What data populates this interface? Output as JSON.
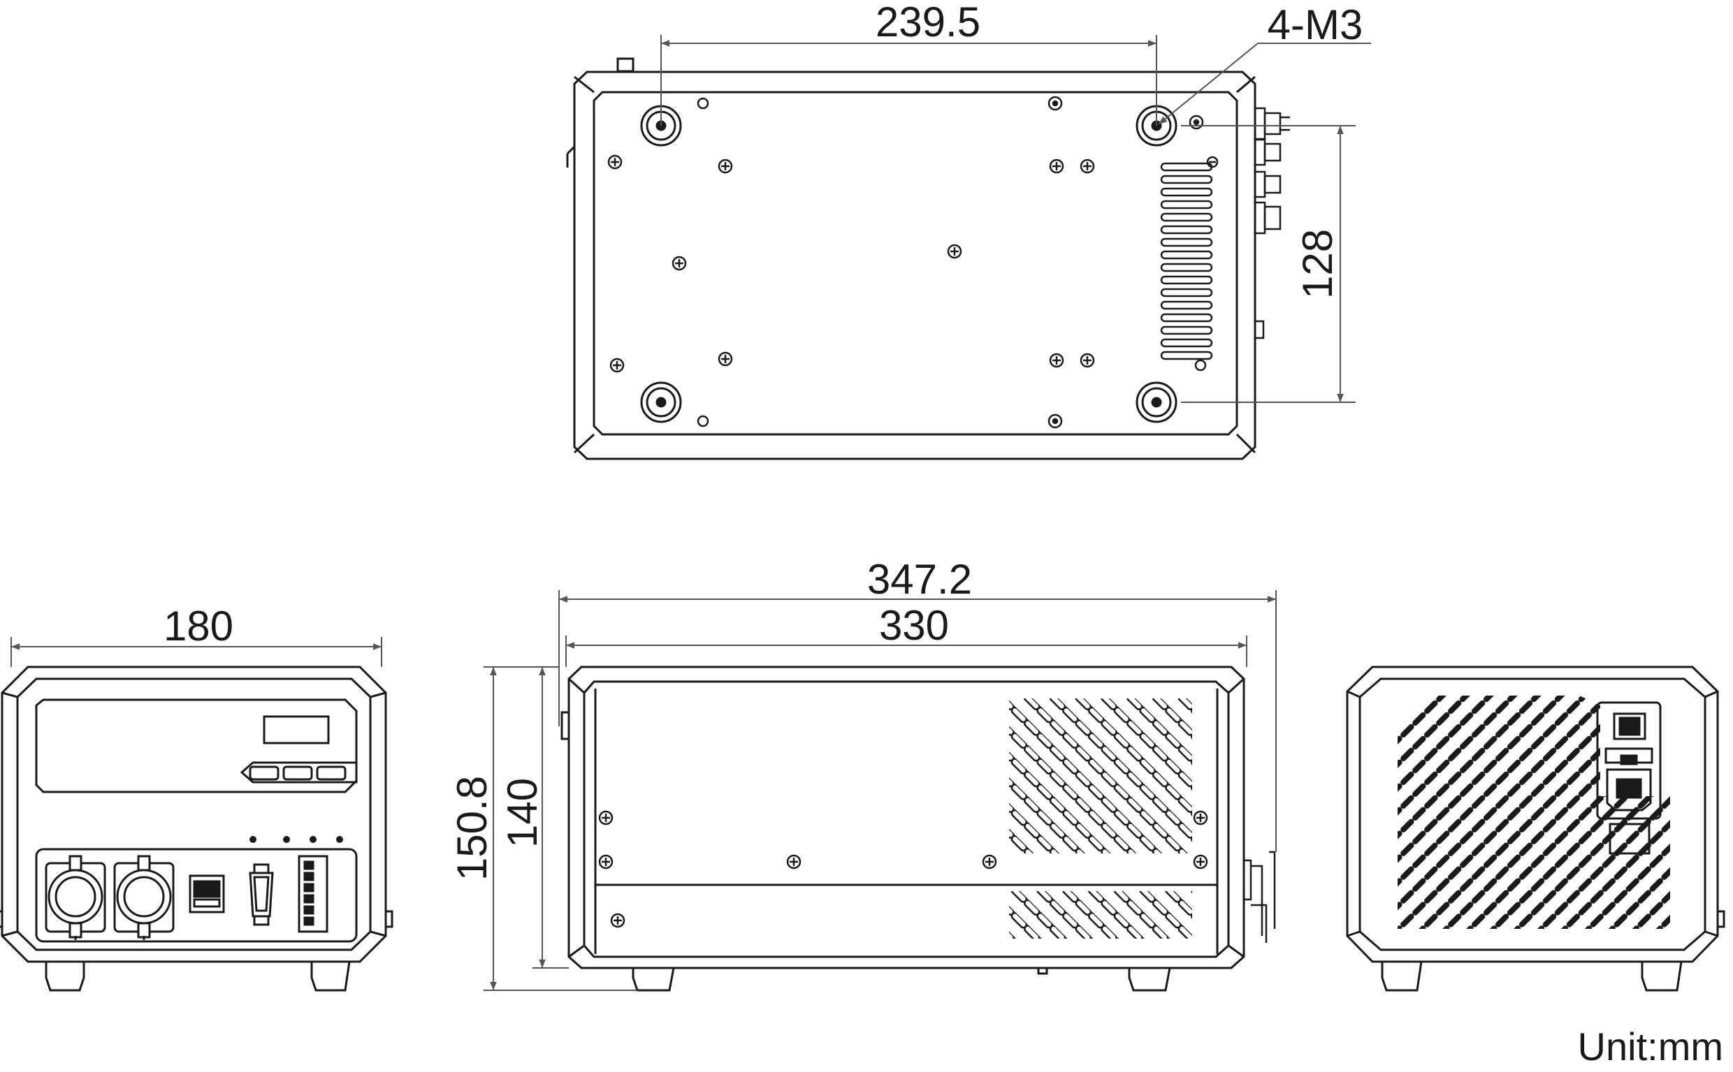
{
  "dimensions": {
    "top_hole_spacing": "239.5",
    "top_screw_callout": "4-M3",
    "top_depth_spacing": "128",
    "front_width": "180",
    "side_overall_length": "347.2",
    "side_body_length": "330",
    "side_overall_height": "150.8",
    "side_body_height": "140"
  },
  "unit_label": "Unit:mm"
}
